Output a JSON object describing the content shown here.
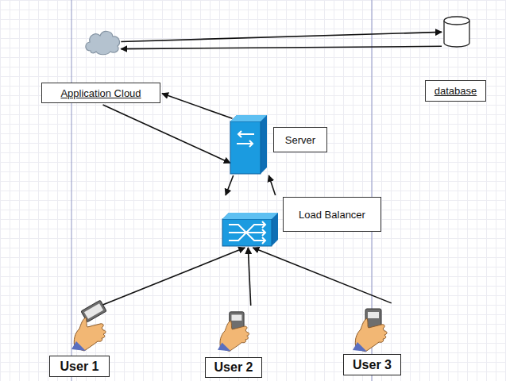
{
  "diagram": {
    "nodes": [
      {
        "text": [
          "Application Cloud"
        ]
      },
      {
        "text": [
          "database"
        ]
      },
      {
        "text": [
          "Server"
        ]
      },
      {
        "text": [
          "Load Balancer"
        ]
      },
      {
        "text": [
          "User 1"
        ]
      },
      {
        "text": [
          "User 2"
        ]
      },
      {
        "text": [
          "User 3"
        ]
      }
    ],
    "edges": [
      {
        "from": 0,
        "to": 1,
        "arrow": "to"
      },
      {
        "from": 1,
        "to": 0,
        "arrow": "to"
      },
      {
        "from": 2,
        "to": 0,
        "arrow": "to"
      },
      {
        "from": 0,
        "to": 2,
        "arrow": "to"
      },
      {
        "from": 2,
        "to": 3,
        "arrow": "to"
      },
      {
        "from": 3,
        "to": 2,
        "arrow": "to"
      },
      {
        "from": 4,
        "to": 3,
        "arrow": "to"
      },
      {
        "from": 5,
        "to": 3,
        "arrow": "to"
      },
      {
        "from": 6,
        "to": 3,
        "arrow": "to"
      }
    ]
  }
}
